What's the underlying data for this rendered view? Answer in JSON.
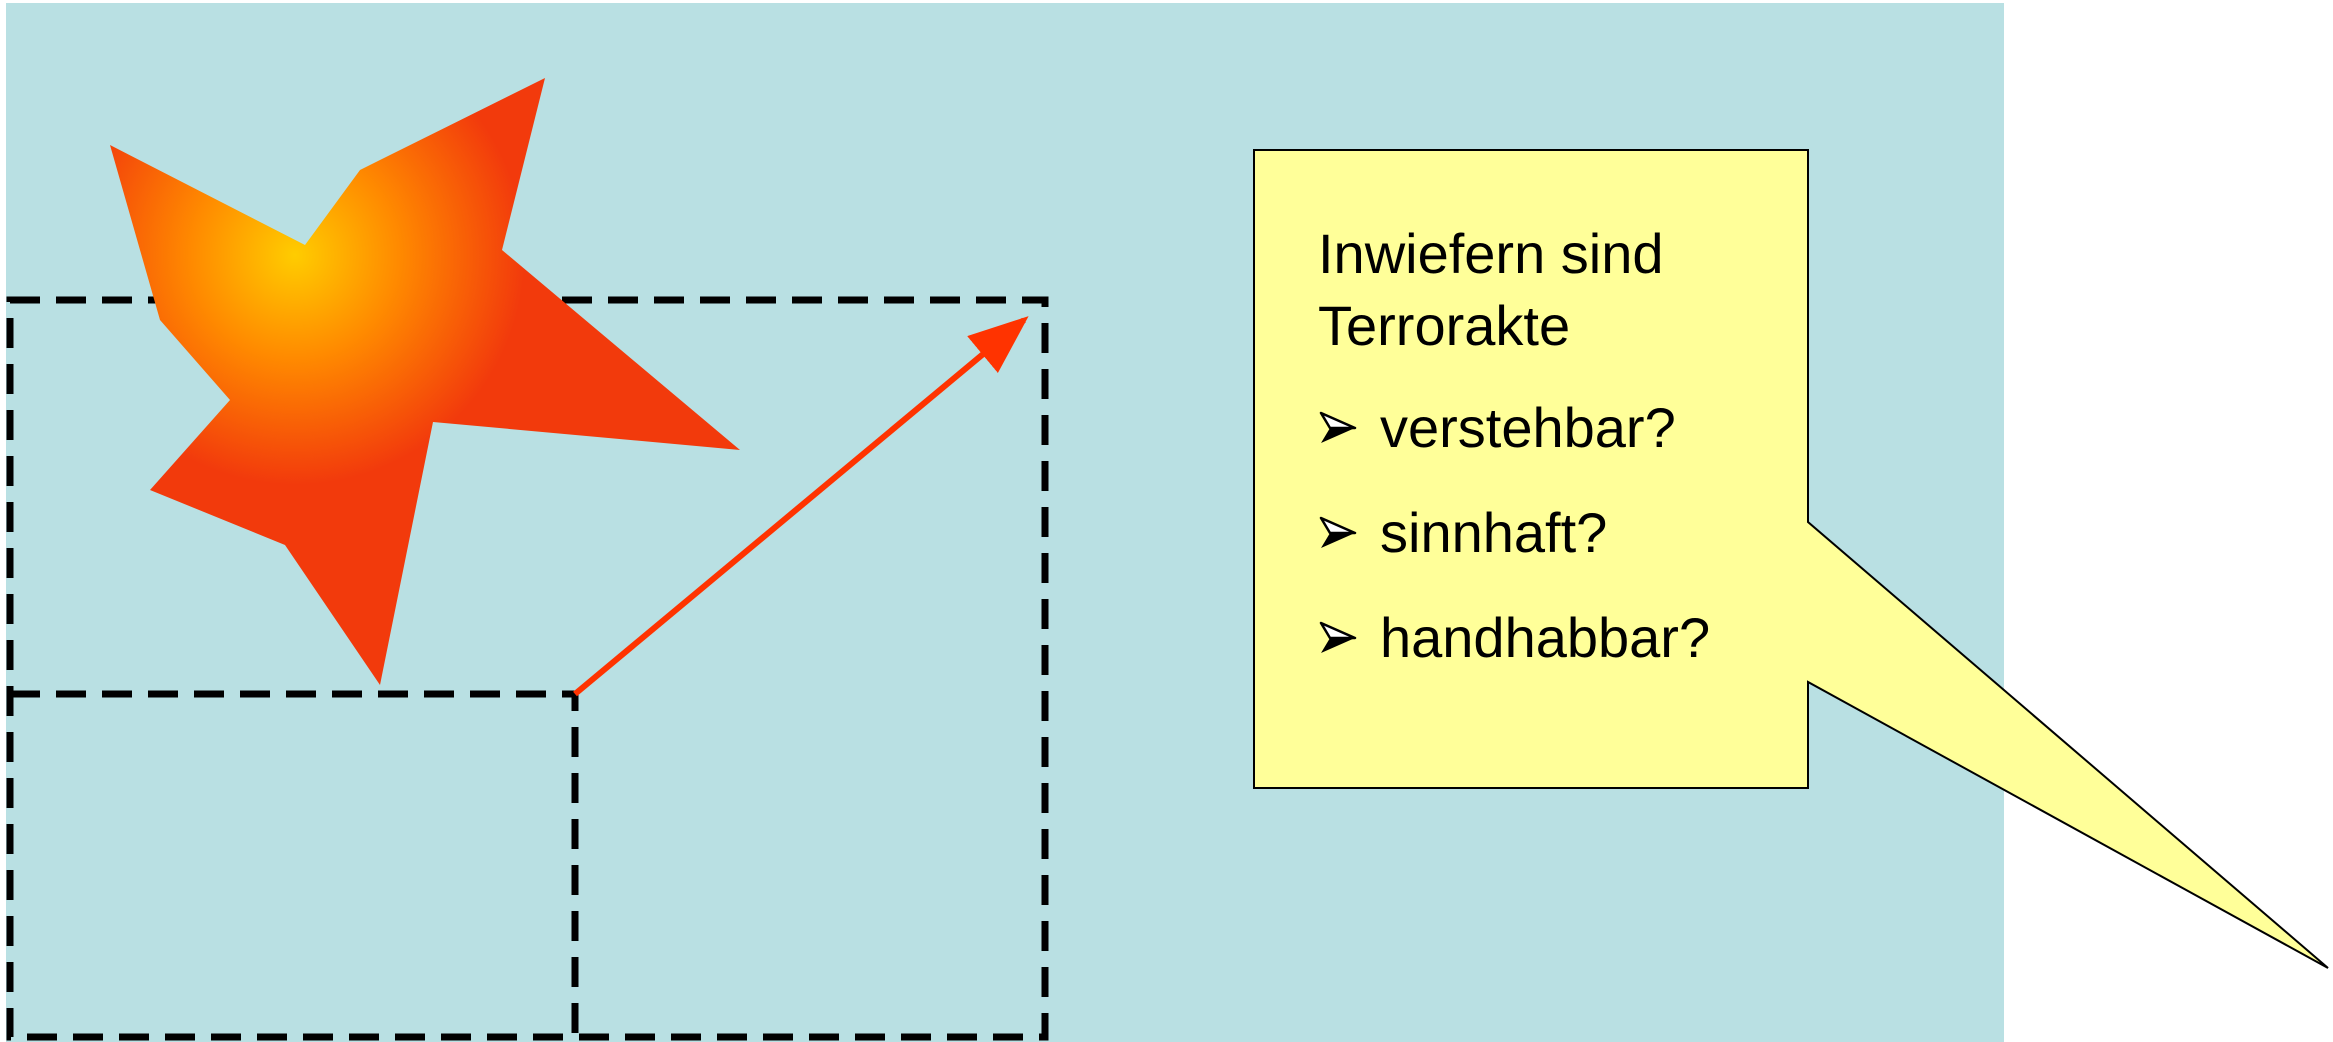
{
  "colors": {
    "background": "#b9e0e3",
    "callout_fill": "#ffff99",
    "callout_border": "#000000",
    "arrow": "#ff3300",
    "dashed_frames": "#000000",
    "burst_outer": "#f23a0c",
    "burst_center": "#ffcc00"
  },
  "icons": {
    "explosion": "explosion-burst-icon",
    "bullet": "arrow-bullet-icon"
  },
  "callout": {
    "title": "Inwiefern sind Terrorakte",
    "items": [
      {
        "label": "verstehbar?"
      },
      {
        "label": "sinnhaft?"
      },
      {
        "label": "handhabbar?"
      }
    ]
  }
}
